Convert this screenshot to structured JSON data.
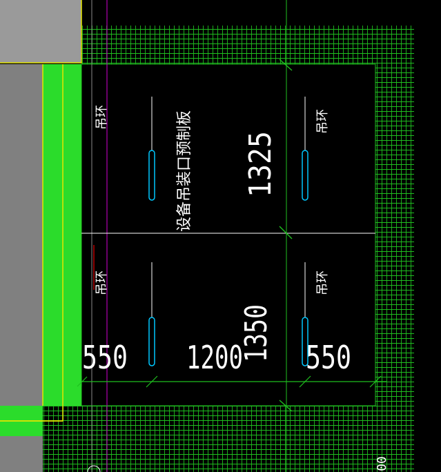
{
  "drawing": {
    "colors": {
      "background": "#000000",
      "hatch_green": "#1fbf1f",
      "bright_green": "#2bdc2b",
      "yellow": "#e6e600",
      "gray_panel": "#808080",
      "gray_light": "#9a9a9a",
      "magenta": "#b000b0",
      "cyan": "#00c8ff",
      "white_line": "#ffffff",
      "red_mark": "#cc0000"
    },
    "labels": {
      "panel_title": "设备吊装口预制板",
      "lifting_ring_tl": "吊环",
      "lifting_ring_tr": "吊环",
      "lifting_ring_bl": "吊环",
      "lifting_ring_br": "吊环"
    },
    "dimensions": {
      "upper_length": "1325",
      "lower_length": "1350",
      "left_offset": "550",
      "middle_width": "1200",
      "right_offset": "550",
      "edge_partial": "00"
    }
  }
}
